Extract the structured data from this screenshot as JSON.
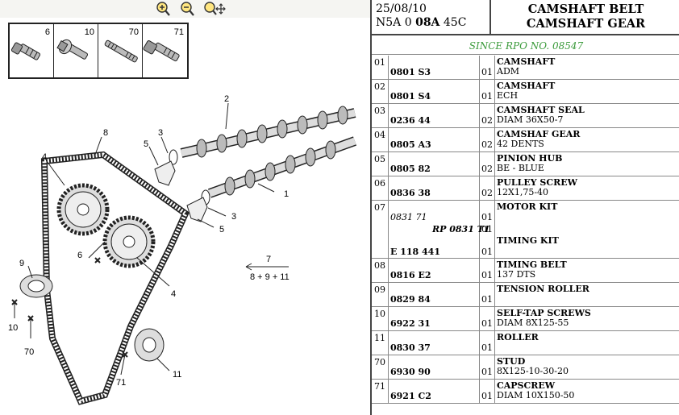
{
  "toolbar": {
    "zoom_in_icon": "zoom-in-icon",
    "zoom_out_icon": "zoom-out-icon",
    "zoom_pan_icon": "zoom-pan-icon"
  },
  "thumbnails": [
    {
      "num": "6"
    },
    {
      "num": "10"
    },
    {
      "num": "70"
    },
    {
      "num": "71"
    }
  ],
  "diagram_labels": {
    "l1": "1",
    "l2": "2",
    "l3a": "3",
    "l3b": "3",
    "l4a": "4",
    "l4b": "4",
    "l5a": "5",
    "l5b": "5",
    "l6": "6",
    "l7": "7",
    "l7sub": "8 + 9 + 11",
    "l8": "8",
    "l9": "9",
    "l10": "10",
    "l11": "11",
    "l70": "70",
    "l71": "71"
  },
  "header": {
    "date": "25/08/10",
    "code_prefix": "N5A 0 ",
    "code_bold": "08A",
    "code_suffix": " 45C",
    "title": "CAMSHAFT BELT CAMSHAFT GEAR"
  },
  "since": "SINCE RPO NO. 08547",
  "parts": [
    {
      "idx": "01",
      "code": "0801 S3",
      "qty": "01",
      "name": "CAMSHAFT",
      "desc": "ADM"
    },
    {
      "idx": "02",
      "code": "0801 S4",
      "qty": "01",
      "name": "CAMSHAFT",
      "desc": "ECH"
    },
    {
      "idx": "03",
      "code": "0236 44",
      "qty": "02",
      "name": "CAMSHAFT SEAL",
      "desc": "DIAM 36X50-7"
    },
    {
      "idx": "04",
      "code": "0805 A3",
      "qty": "02",
      "name": "CAMSHAF GEAR",
      "desc": "42 DENTS"
    },
    {
      "idx": "05",
      "code": "0805 82",
      "qty": "02",
      "name": "PINION HUB",
      "desc": "BE - BLUE"
    },
    {
      "idx": "06",
      "code": "0836 38",
      "qty": "02",
      "name": "PULLEY SCREW",
      "desc": "12X1,75-40"
    },
    {
      "idx": "07",
      "code_italic": "0831 71",
      "qty1": "01",
      "rp": "RP 0831 T1",
      "qty2": "01",
      "code": "E 118 441",
      "qty3": "01",
      "name": "MOTOR KIT",
      "name2": "TIMING KIT"
    },
    {
      "idx": "08",
      "code": "0816 E2",
      "qty": "01",
      "name": "TIMING BELT",
      "desc": "137 DTS"
    },
    {
      "idx": "09",
      "code": "0829 84",
      "qty": "01",
      "name": "TENSION ROLLER",
      "desc": ""
    },
    {
      "idx": "10",
      "code": "6922 31",
      "qty": "01",
      "name": "SELF-TAP SCREWS",
      "desc": "DIAM 8X125-55"
    },
    {
      "idx": "11",
      "code": "0830 37",
      "qty": "01",
      "name": "ROLLER",
      "desc": ""
    },
    {
      "idx": "70",
      "code": "6930 90",
      "qty": "01",
      "name": "STUD",
      "desc": "8X125-10-30-20"
    },
    {
      "idx": "71",
      "code": "6921 C2",
      "qty": "01",
      "name": "CAPSCREW",
      "desc": "DIAM 10X150-50"
    }
  ]
}
